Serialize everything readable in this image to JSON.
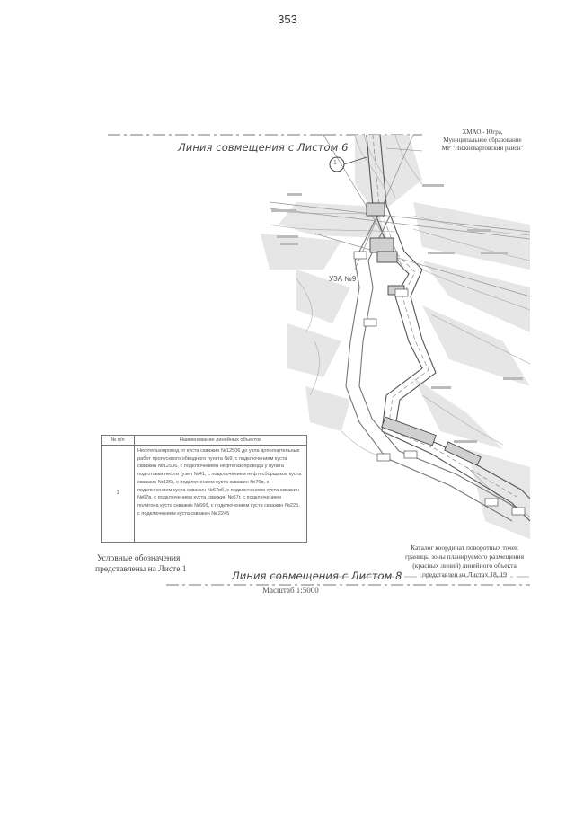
{
  "page_number": "353",
  "captions": {
    "join_top": "Линия совмещения с Листом 6",
    "join_bottom": "Линия совмещения с Листом 8",
    "scale": "Масштаб 1:5000"
  },
  "region_label": {
    "line1": "ХМАО - Югра,",
    "line2": "Муниципальное образование",
    "line3": "МР \"Нижневартовский район\""
  },
  "map_labels": {
    "uza": "УЗА №9",
    "circle_marker": "1"
  },
  "notes": {
    "legend_line1": "Условные обозначения",
    "legend_line2": "представлены на Листе 1",
    "catalog_line1": "Каталог координат поворотных точек",
    "catalog_line2": "границы зоны планируемого размещения",
    "catalog_line3": "(красных линий) линейного объекта",
    "catalog_line4": "представлен на Листах 18, 19"
  },
  "table": {
    "col_num": "№ п/п",
    "col_name": "Наименование линейных объектов",
    "rows": [
      {
        "num": "1",
        "text": "Нефтегазопровод от куста скважин №12506 до узла дополнительных работ пропускного обводного пункта №9, с подключением куста скважин №12506, с подключением нефтегазопровода у пункта подготовки нефти (узел №41, с подключением нефтесборщиков куста скважин №136), с подключением куста скважин №79в, с подключением куста скважин №67вб, с подключением куста скважин №67в, с подключением куста скважин №67г, с подключением полигона куста скважин №66б, с подключением куста скважин №225, с подключением куста скважин № 2245"
      }
    ]
  }
}
